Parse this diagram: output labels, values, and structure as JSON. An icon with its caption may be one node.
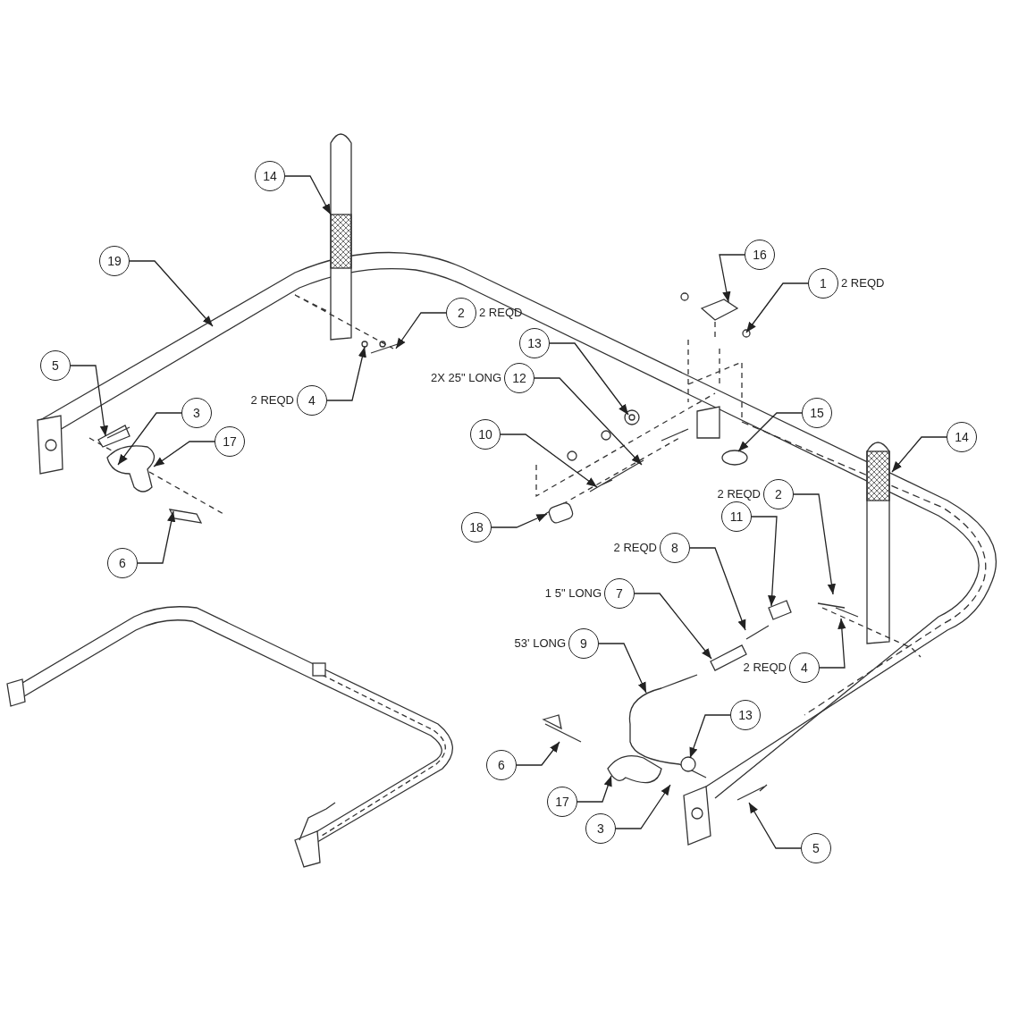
{
  "diagram": {
    "nodes": [
      {
        "text": [
          "14"
        ]
      },
      {
        "text": [
          "16"
        ]
      },
      {
        "text": [
          "19"
        ]
      },
      {
        "text": [
          "1"
        ],
        "beside": [
          "2 REQD"
        ]
      },
      {
        "text": [
          "2"
        ],
        "beside": [
          "2 REQD"
        ]
      },
      {
        "text": [
          "5"
        ]
      },
      {
        "text": [
          "13"
        ]
      },
      {
        "text": [
          "12"
        ],
        "beside": [
          "2X 25\" LONG"
        ]
      },
      {
        "text": [
          "4"
        ],
        "beside": [
          "2 REQD"
        ]
      },
      {
        "text": [
          "3"
        ]
      },
      {
        "text": [
          "15"
        ]
      },
      {
        "text": [
          "14"
        ]
      },
      {
        "text": [
          "10"
        ]
      },
      {
        "text": [
          "17"
        ]
      },
      {
        "text": [
          "2"
        ],
        "beside": [
          "2 REQD"
        ]
      },
      {
        "text": [
          "18"
        ]
      },
      {
        "text": [
          "11"
        ]
      },
      {
        "text": [
          "8"
        ],
        "beside": [
          "2 REQD"
        ]
      },
      {
        "text": [
          "6"
        ]
      },
      {
        "text": [
          "7"
        ],
        "beside": [
          "1 5\" LONG"
        ]
      },
      {
        "text": [
          "9"
        ],
        "beside": [
          "53' LONG"
        ]
      },
      {
        "text": [
          "4"
        ],
        "beside": [
          "2 REQD"
        ]
      },
      {
        "text": [
          "13"
        ]
      },
      {
        "text": [
          "6"
        ]
      },
      {
        "text": [
          "17"
        ]
      },
      {
        "text": [
          "3"
        ]
      },
      {
        "text": [
          "5"
        ]
      }
    ],
    "edges": [
      {
        "from": 0,
        "to": null,
        "arrow": "to"
      },
      {
        "from": 1,
        "to": null,
        "arrow": "to"
      },
      {
        "from": 2,
        "to": null,
        "arrow": "to"
      },
      {
        "from": 3,
        "to": null,
        "arrow": "to"
      },
      {
        "from": 4,
        "to": null,
        "arrow": "to"
      },
      {
        "from": 5,
        "to": null,
        "arrow": "to"
      },
      {
        "from": 6,
        "to": null,
        "arrow": "to"
      },
      {
        "from": 7,
        "to": null,
        "arrow": "to"
      },
      {
        "from": 8,
        "to": null,
        "arrow": "to"
      },
      {
        "from": 9,
        "to": null,
        "arrow": "to"
      },
      {
        "from": 10,
        "to": null,
        "arrow": "to"
      },
      {
        "from": 11,
        "to": null,
        "arrow": "to"
      },
      {
        "from": 12,
        "to": null,
        "arrow": "to"
      },
      {
        "from": 13,
        "to": null,
        "arrow": "to"
      },
      {
        "from": 14,
        "to": null,
        "arrow": "to"
      },
      {
        "from": 15,
        "to": null,
        "arrow": "to"
      },
      {
        "from": 16,
        "to": null,
        "arrow": "to"
      },
      {
        "from": 17,
        "to": null,
        "arrow": "to"
      },
      {
        "from": 18,
        "to": null,
        "arrow": "to"
      },
      {
        "from": 19,
        "to": null,
        "arrow": "to"
      },
      {
        "from": 20,
        "to": null,
        "arrow": "to"
      },
      {
        "from": 21,
        "to": null,
        "arrow": "to"
      },
      {
        "from": 22,
        "to": null,
        "arrow": "to"
      },
      {
        "from": 23,
        "to": null,
        "arrow": "to"
      },
      {
        "from": 24,
        "to": null,
        "arrow": "to"
      },
      {
        "from": 25,
        "to": null,
        "arrow": "to"
      },
      {
        "from": 26,
        "to": null,
        "arrow": "to"
      }
    ]
  }
}
